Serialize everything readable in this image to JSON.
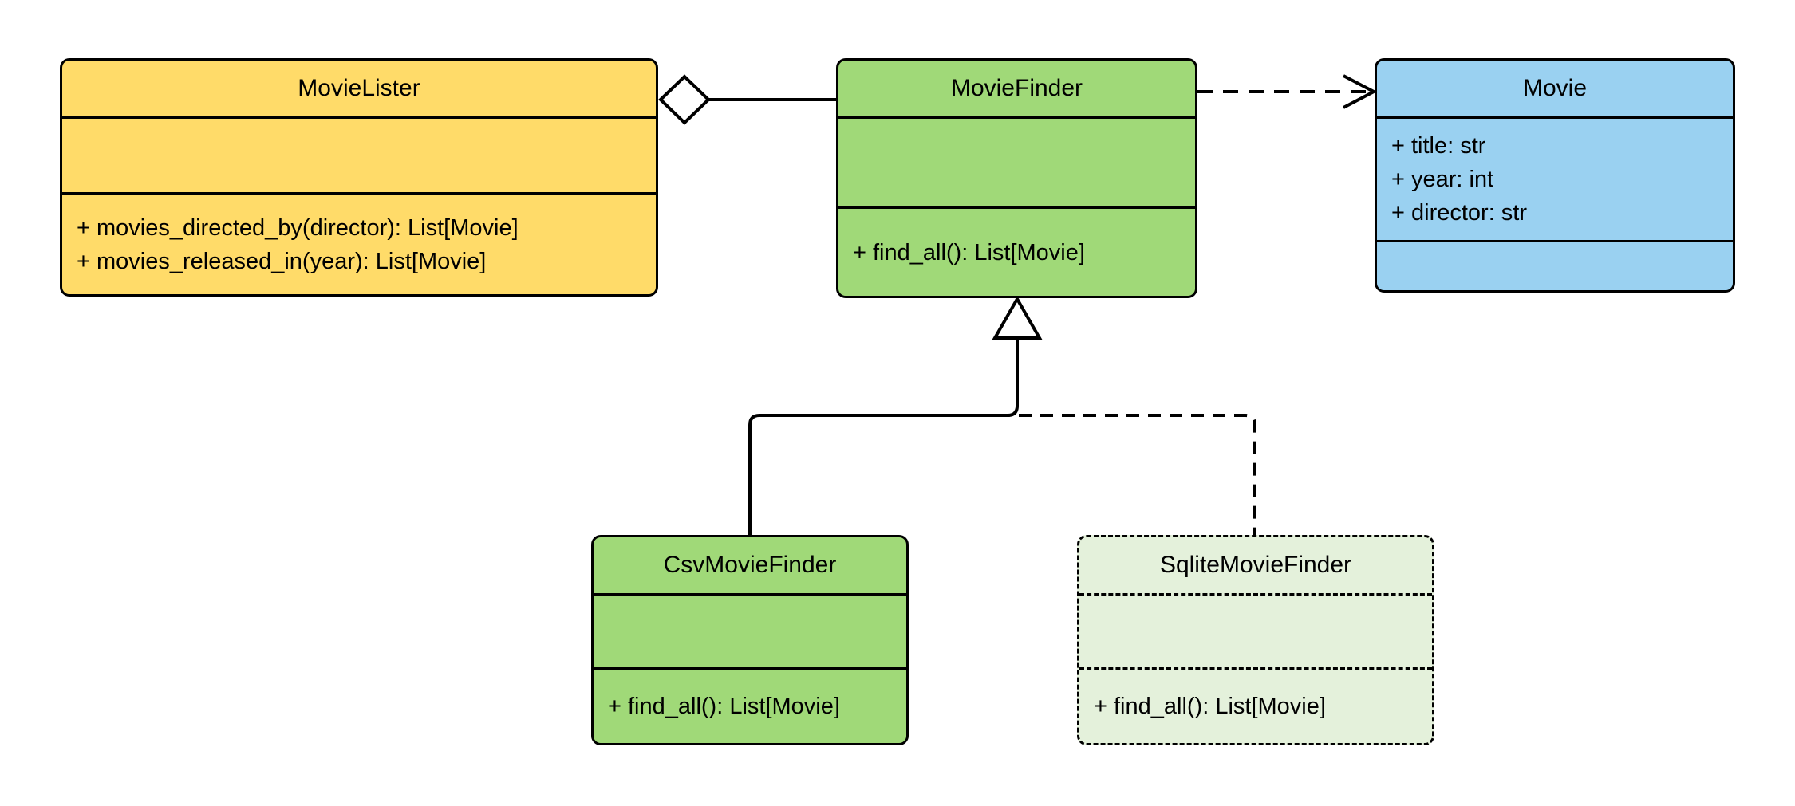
{
  "diagram": {
    "type": "uml-class-diagram",
    "classes": [
      {
        "id": "movielister",
        "name": "MovieLister",
        "attributes": [],
        "methods": [
          "+ movies_directed_by(director): List[Movie]",
          "+ movies_released_in(year): List[Movie]"
        ],
        "fill": "#FFDB69",
        "border_style": "solid"
      },
      {
        "id": "moviefinder",
        "name": "MovieFinder",
        "attributes": [],
        "methods": [
          "+ find_all(): List[Movie]"
        ],
        "fill": "#A0D978",
        "border_style": "solid"
      },
      {
        "id": "movie",
        "name": "Movie",
        "attributes": [
          "+ title: str",
          "+ year: int",
          "+ director: str"
        ],
        "methods": [],
        "fill": "#9AD1F1",
        "border_style": "solid"
      },
      {
        "id": "csvmoviefinder",
        "name": "CsvMovieFinder",
        "attributes": [],
        "methods": [
          "+ find_all(): List[Movie]"
        ],
        "fill": "#A0D978",
        "border_style": "solid"
      },
      {
        "id": "sqlitemoviefinder",
        "name": "SqliteMovieFinder",
        "attributes": [],
        "methods": [
          "+ find_all(): List[Movie]"
        ],
        "fill": "#E4F1DB",
        "border_style": "dashed"
      }
    ],
    "relationships": [
      {
        "type": "aggregation",
        "from": "MovieLister",
        "to": "MovieFinder",
        "line": "solid",
        "marker": "hollow-diamond"
      },
      {
        "type": "dependency",
        "from": "MovieFinder",
        "to": "Movie",
        "line": "dashed",
        "marker": "open-arrow"
      },
      {
        "type": "generalization",
        "from": "CsvMovieFinder",
        "to": "MovieFinder",
        "line": "solid",
        "marker": "hollow-triangle"
      },
      {
        "type": "generalization",
        "from": "SqliteMovieFinder",
        "to": "MovieFinder",
        "line": "dashed",
        "marker": "hollow-triangle"
      }
    ],
    "colors": {
      "movielister_fill": "#FFDB69",
      "moviefinder_fill": "#A0D978",
      "movie_fill": "#9AD1F1",
      "csvmoviefinder_fill": "#A0D978",
      "sqlitemoviefinder_fill": "#E4F1DB",
      "stroke": "#000000",
      "background": "#FFFFFF"
    }
  }
}
